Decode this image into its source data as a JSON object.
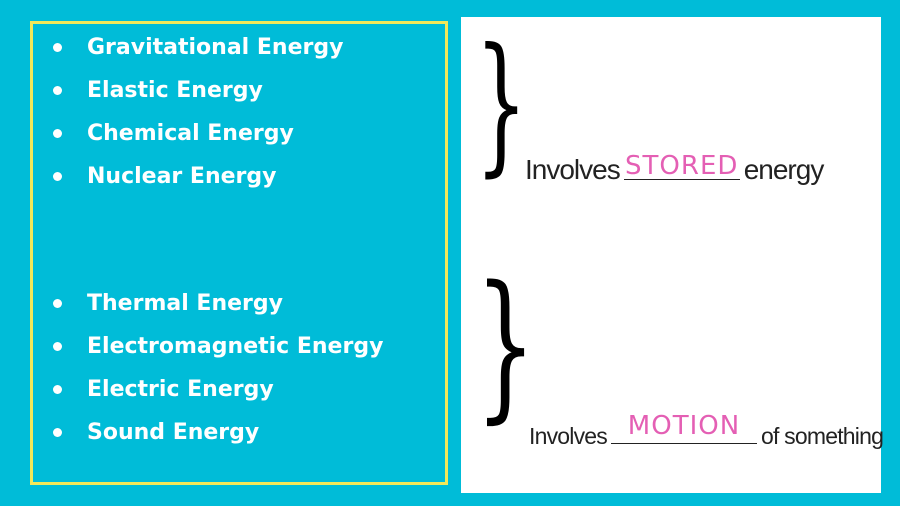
{
  "colors": {
    "background": "#00bcd8",
    "panel_border": "#f2e85a",
    "answer": "#e45fb4"
  },
  "stored_list": [
    "Gravitational Energy",
    "Elastic Energy",
    "Chemical Energy",
    "Nuclear Energy"
  ],
  "motion_list": [
    "Thermal Energy",
    "Electromagnetic Energy",
    "Electric Energy",
    "Sound Energy"
  ],
  "stored_statement": {
    "prefix": "Involves",
    "answer": "STORED",
    "suffix": "energy"
  },
  "motion_statement": {
    "prefix": "Involves",
    "answer": "MOTION",
    "suffix": "of something"
  }
}
